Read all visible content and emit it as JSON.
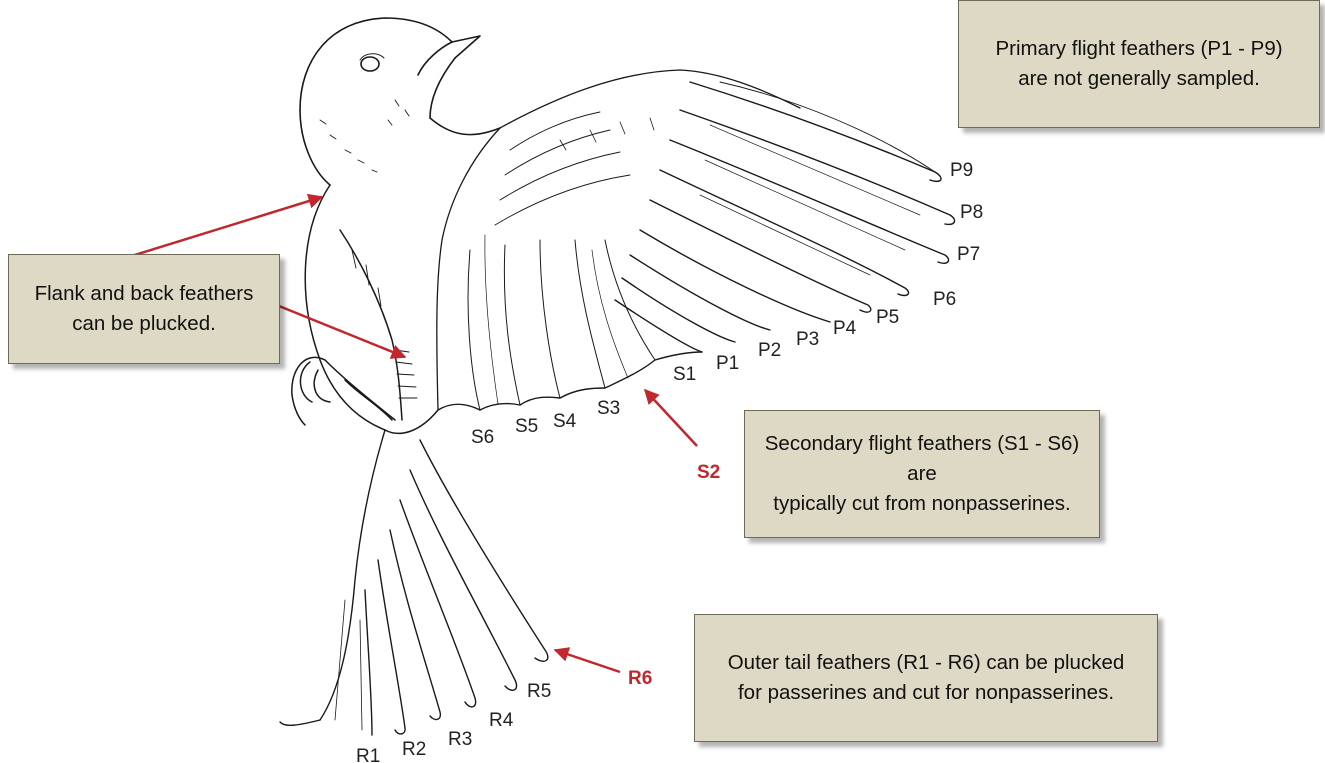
{
  "callouts": {
    "primary": {
      "line1": "Primary flight feathers (P1 - P9)",
      "line2": "are not generally sampled."
    },
    "flank": {
      "line1": "Flank and back feathers",
      "line2": "can be plucked."
    },
    "secondary": {
      "line1": "Secondary flight feathers (S1 - S6) are",
      "line2": "typically cut from nonpasserines."
    },
    "tail": {
      "line1": "Outer tail feathers (R1 - R6) can be plucked",
      "line2": "for passerines and cut for nonpasserines."
    }
  },
  "primary_labels": [
    "P9",
    "P8",
    "P7",
    "P6",
    "P5",
    "P4",
    "P3",
    "P2",
    "P1"
  ],
  "secondary_labels": [
    "S1",
    "S3",
    "S4",
    "S5",
    "S6"
  ],
  "tail_labels": [
    "R5",
    "R4",
    "R3",
    "R2",
    "R1"
  ],
  "highlights": {
    "secondary": "S2",
    "tail": "R6"
  },
  "colors": {
    "callout_fill": "#ddd9c5",
    "callout_border": "#6f6a58",
    "arrow": "#c1272d",
    "line_art": "#1a1a1a"
  }
}
